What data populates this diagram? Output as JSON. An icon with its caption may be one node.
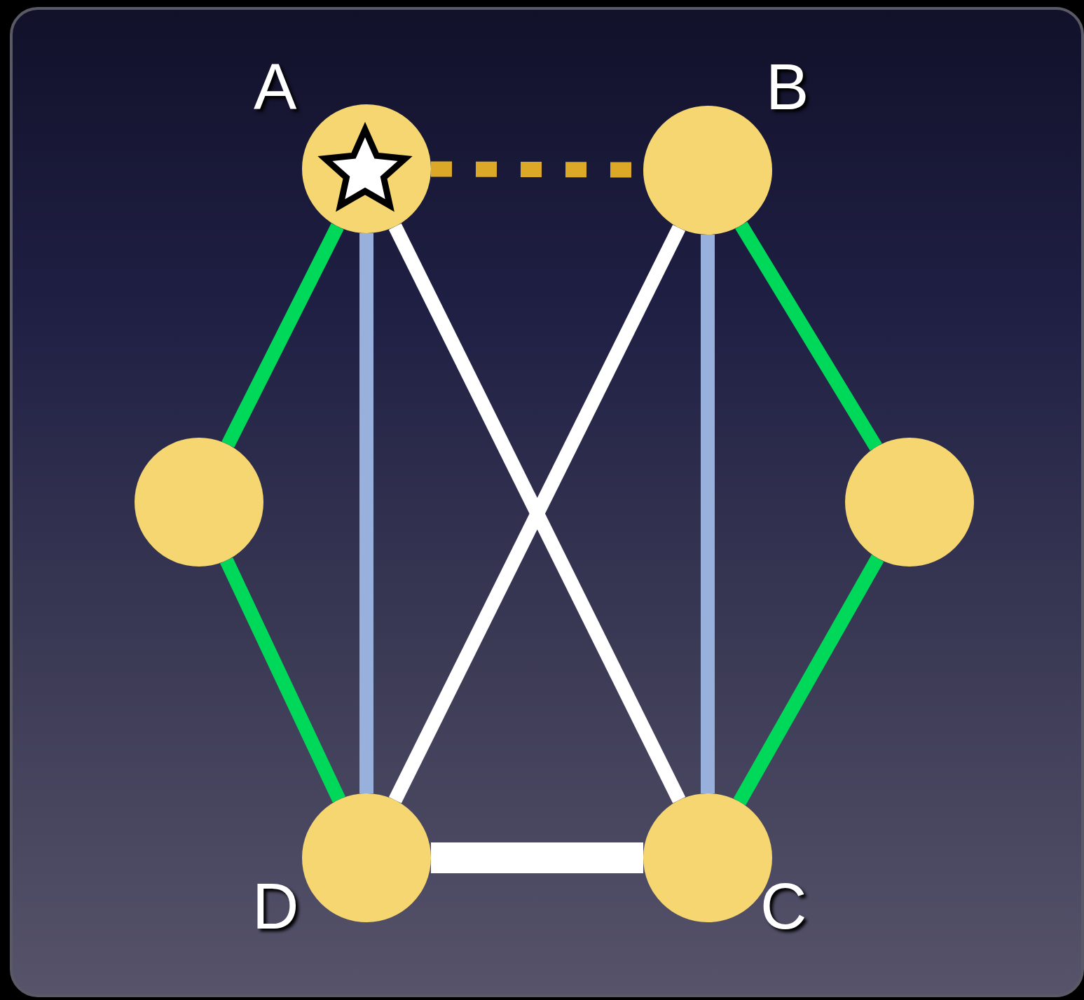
{
  "diagram": {
    "nodes": [
      {
        "text": [],
        "shape": "circle",
        "beside": [
          "A"
        ]
      },
      {
        "text": [],
        "shape": "circle",
        "beside": [
          "B"
        ]
      },
      {
        "text": [],
        "shape": "circle"
      },
      {
        "text": [],
        "shape": "circle"
      },
      {
        "text": [],
        "shape": "circle",
        "beside": [
          "D"
        ]
      },
      {
        "text": [],
        "shape": "circle",
        "beside": [
          "C"
        ]
      }
    ],
    "edges": [
      {
        "from": 0,
        "to": 1,
        "arrow": "none",
        "style": "dashed",
        "color": "#dba828"
      },
      {
        "from": 0,
        "to": 2,
        "arrow": "none",
        "color": "#00d85a"
      },
      {
        "from": 2,
        "to": 4,
        "arrow": "none",
        "color": "#00d85a"
      },
      {
        "from": 1,
        "to": 3,
        "arrow": "none",
        "color": "#00d85a"
      },
      {
        "from": 3,
        "to": 5,
        "arrow": "none",
        "color": "#00d85a"
      },
      {
        "from": 0,
        "to": 4,
        "arrow": "none",
        "color": "#98b0dc"
      },
      {
        "from": 1,
        "to": 5,
        "arrow": "none",
        "color": "#98b0dc"
      },
      {
        "from": 0,
        "to": 5,
        "arrow": "none",
        "color": "#ffffff"
      },
      {
        "from": 1,
        "to": 4,
        "arrow": "none",
        "color": "#ffffff"
      },
      {
        "from": 4,
        "to": 5,
        "arrow": "none",
        "style": "thick",
        "color": "#ffffff"
      }
    ]
  }
}
